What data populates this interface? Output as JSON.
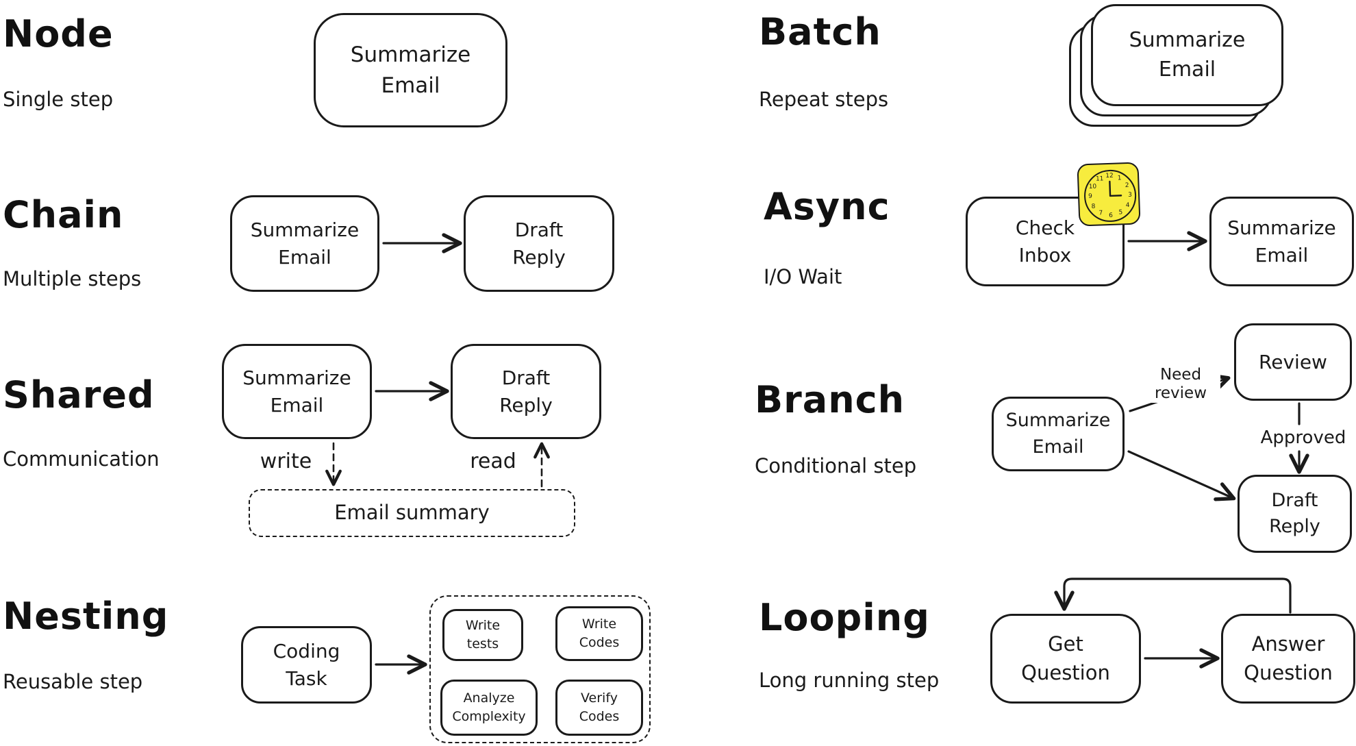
{
  "sections": {
    "node": {
      "title": "Node",
      "subtitle": "Single step",
      "box_summarize_email": "Summarize\nEmail"
    },
    "chain": {
      "title": "Chain",
      "subtitle": "Multiple steps",
      "box_summarize_email": "Summarize\nEmail",
      "box_draft_reply": "Draft\nReply"
    },
    "shared": {
      "title": "Shared",
      "subtitle": "Communication",
      "box_summarize_email": "Summarize\nEmail",
      "box_draft_reply": "Draft\nReply",
      "label_write": "write",
      "label_read": "read",
      "store_box": "Email summary"
    },
    "nesting": {
      "title": "Nesting",
      "subtitle": "Reusable step",
      "box_coding_task": "Coding\nTask",
      "inner_write_tests": "Write\ntests",
      "inner_write_codes": "Write\nCodes",
      "inner_analyze_complexity": "Analyze\nComplexity",
      "inner_verify_codes": "Verify\nCodes"
    },
    "batch": {
      "title": "Batch",
      "subtitle": "Repeat steps",
      "box_summarize_email": "Summarize\nEmail"
    },
    "async": {
      "title": "Async",
      "subtitle": "I/O Wait",
      "box_check_inbox": "Check\nInbox",
      "box_summarize_email": "Summarize\nEmail",
      "clock_icon": "clock",
      "clock_numerals": [
        "12",
        "1",
        "2",
        "3",
        "4",
        "5",
        "6",
        "7",
        "8",
        "9",
        "10",
        "11"
      ]
    },
    "branch": {
      "title": "Branch",
      "subtitle": "Conditional step",
      "box_summarize_email": "Summarize\nEmail",
      "box_review": "Review",
      "box_draft_reply": "Draft\nReply",
      "label_need_review": "Need\nreview",
      "label_approved": "Approved"
    },
    "looping": {
      "title": "Looping",
      "subtitle": "Long running step",
      "box_get_question": "Get\nQuestion",
      "box_answer_question": "Answer\nQuestion"
    }
  },
  "colors": {
    "ink": "#1a1a1a",
    "background": "#ffffff",
    "sticker_yellow": "#f7ec3e"
  }
}
